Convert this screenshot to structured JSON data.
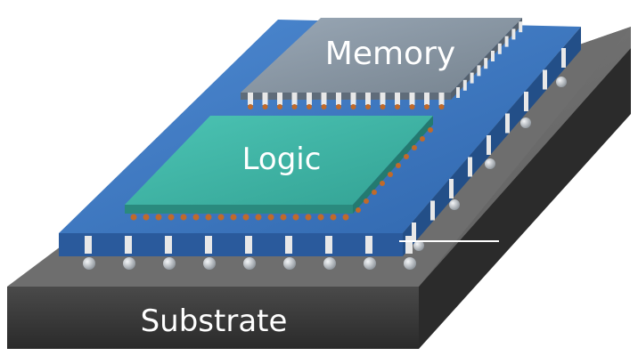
{
  "labels": {
    "memory": "Memory",
    "logic": "Logic",
    "substrate": "Substrate"
  },
  "colors": {
    "background": "#ffffff",
    "substrate_top": "#6b6b6b",
    "substrate_front": "#3a3a3a",
    "substrate_side": "#2b2b2b",
    "interposer_top": "#3f78c0",
    "interposer_front": "#2a5a9c",
    "interposer_side": "#234f88",
    "logic_top": "#3fb4a6",
    "logic_edge": "#2a8a7e",
    "memory_top": "#8896a6",
    "memory_edge": "#5f6c7a",
    "pin": "#e8e8e8",
    "bump": "#c06a2a",
    "ball": "#bfc5cc",
    "label": "#ffffff"
  }
}
